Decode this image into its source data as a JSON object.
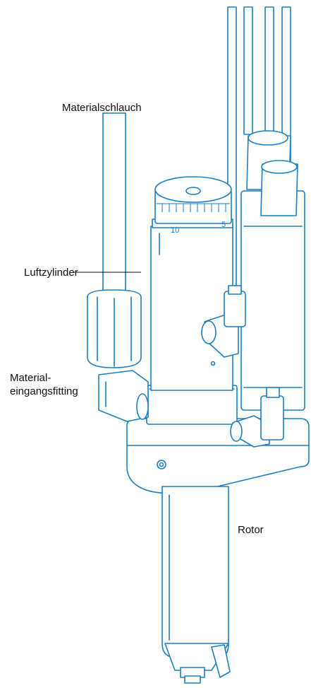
{
  "labels": {
    "material_hose": "Materialschlauch",
    "air_cylinder": "Luftzylinder",
    "fitting_line1": "Material-",
    "fitting_line2": "eingangsfitting",
    "rotor": "Rotor"
  },
  "dial_numbers": [
    "10",
    "5"
  ],
  "colors": {
    "line": "#1c7fc4",
    "text": "#111111",
    "background": "#ffffff"
  }
}
